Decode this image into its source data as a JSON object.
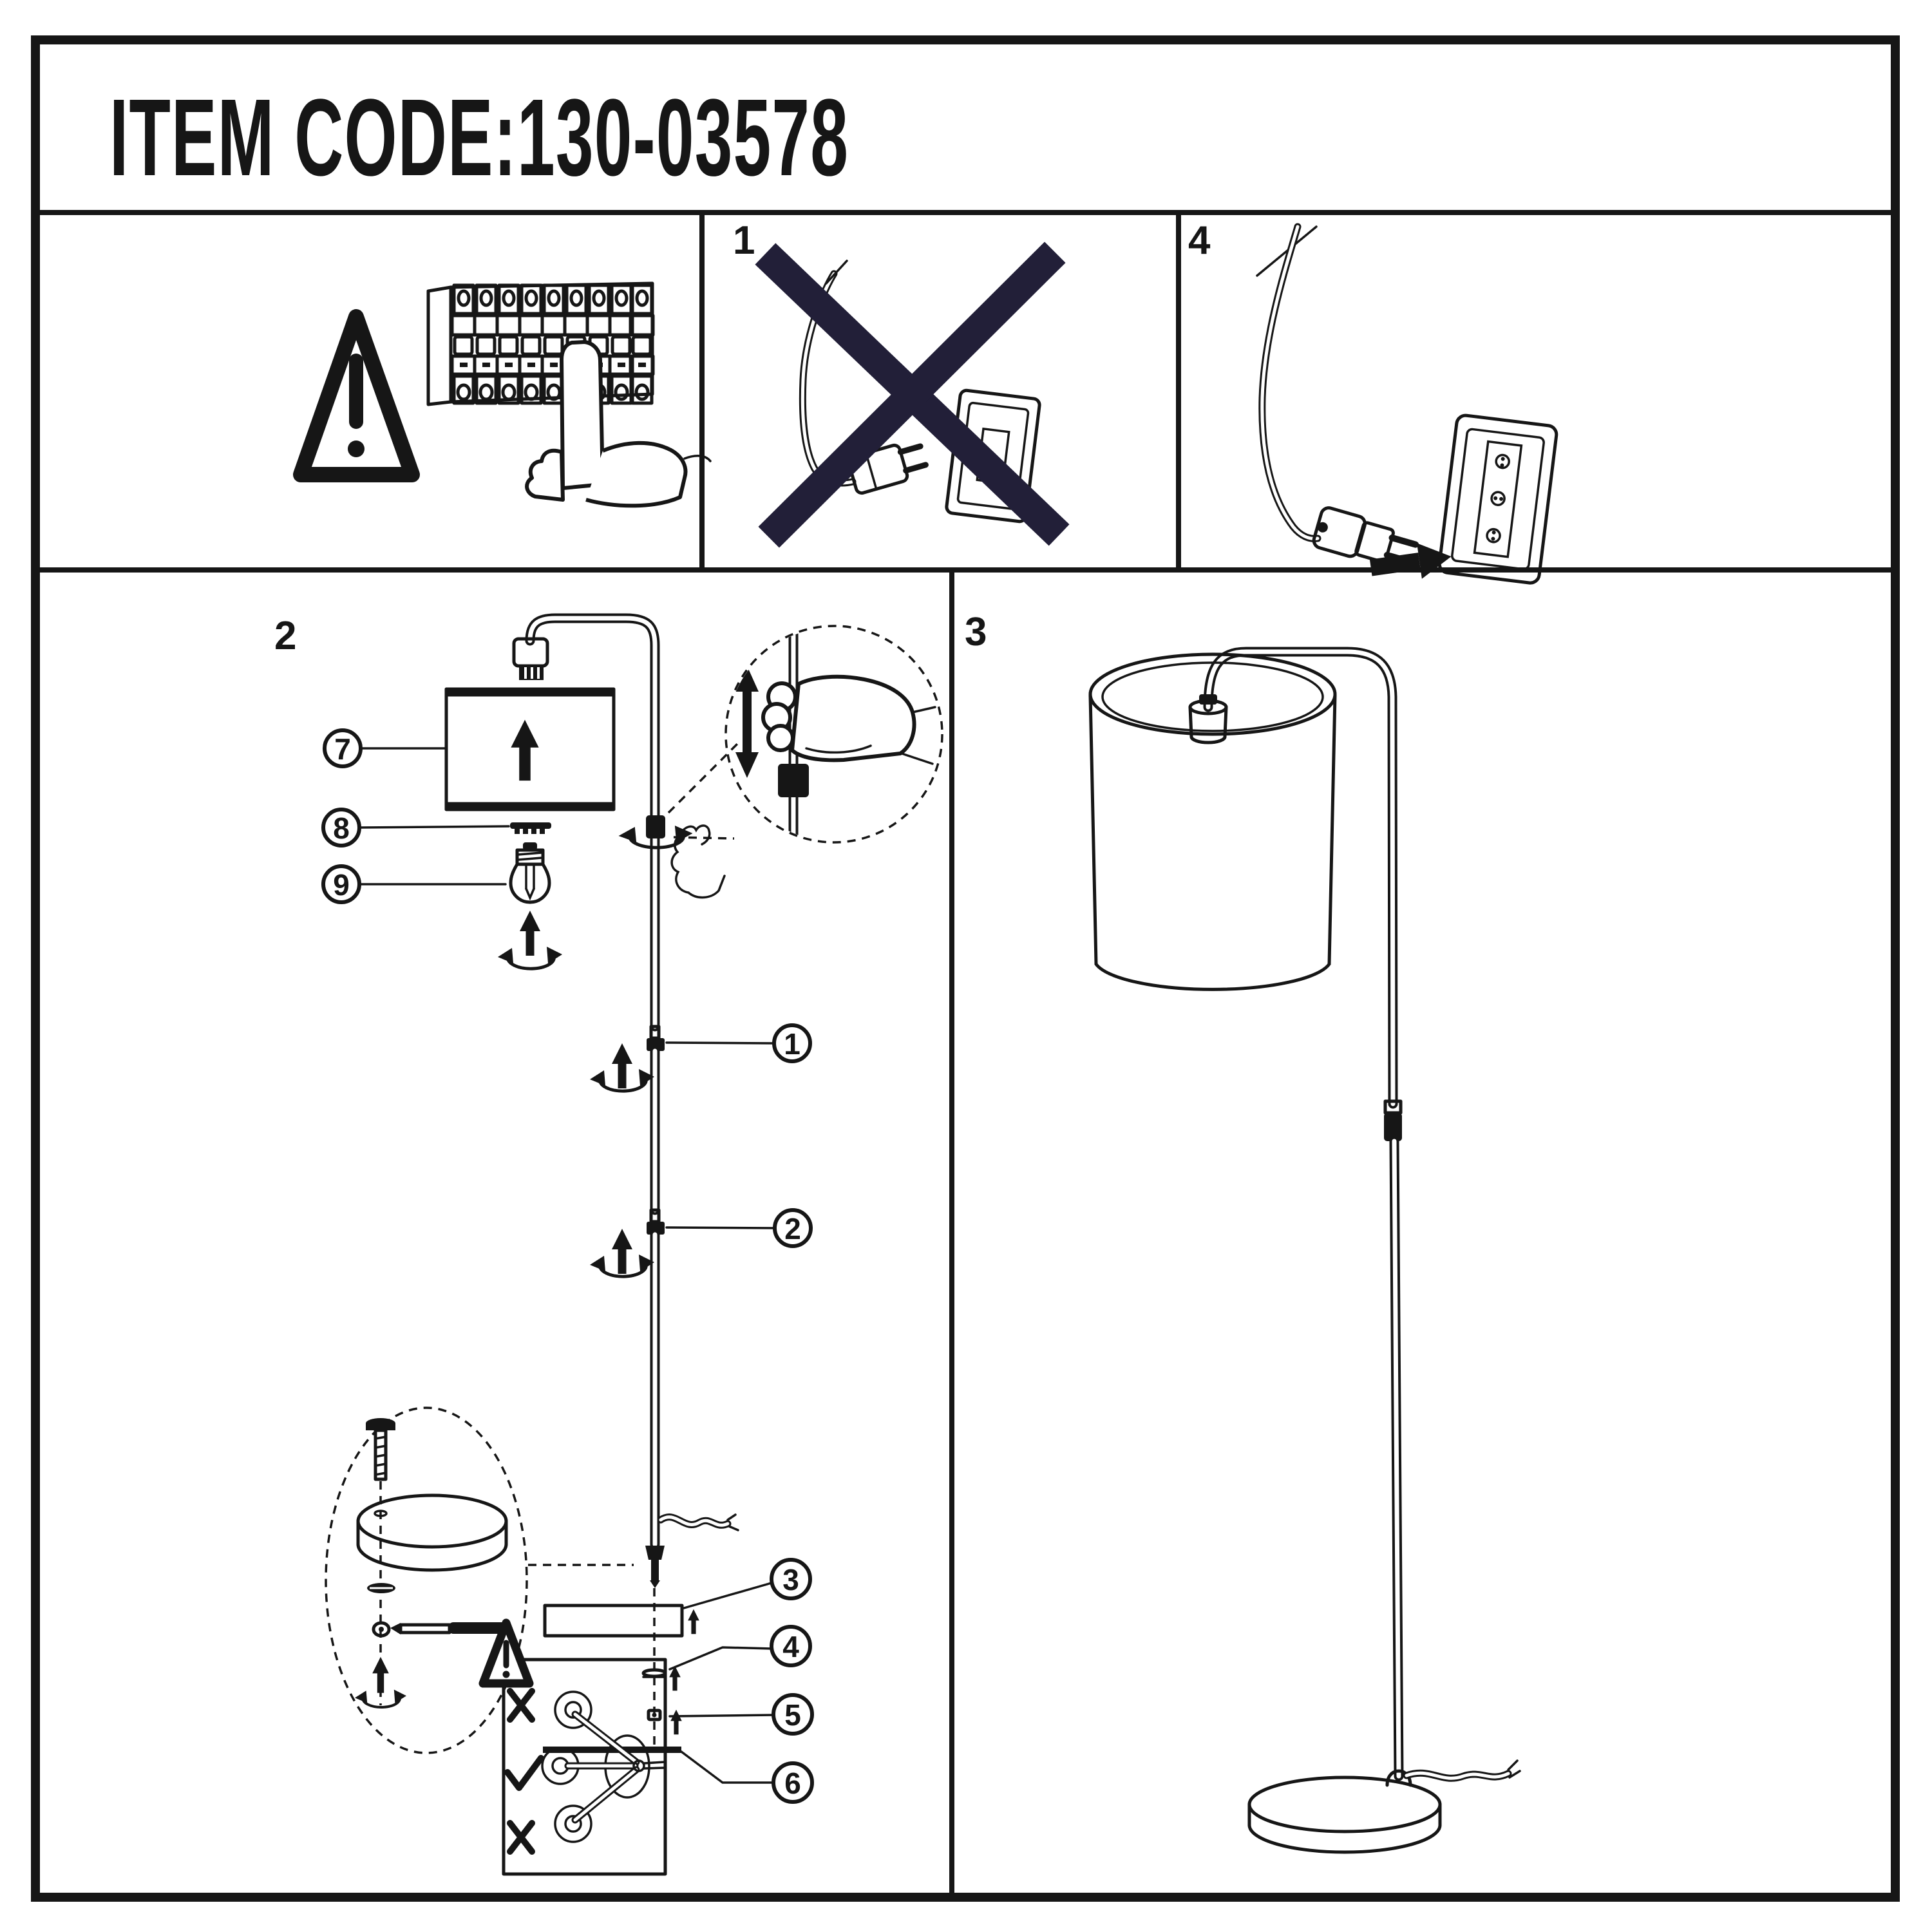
{
  "title": "ITEM CODE:130-03578",
  "panels": {
    "p1": {
      "label": "1"
    },
    "p2": {
      "label": "2"
    },
    "p3": {
      "label": "3"
    },
    "p4": {
      "label": "4"
    }
  },
  "parts": {
    "n1": "1",
    "n2": "2",
    "n3": "3",
    "n4": "4",
    "n5": "5",
    "n6": "6",
    "n7": "7",
    "n8": "8",
    "n9": "9"
  },
  "icons": {
    "warning_large": "warning-triangle",
    "warning_small": "warning-triangle",
    "prohibition": "crossed-out-plug",
    "plug_in": "plug-into-outlet-arrow",
    "rotate": "rotate-to-tighten-arrow",
    "updown": "slide-up-down-arrow",
    "cord_routing": "cord-routing-x-check-x"
  },
  "colors": {
    "ink": "#161616",
    "cross": "#221f38",
    "paper": "#ffffff"
  }
}
